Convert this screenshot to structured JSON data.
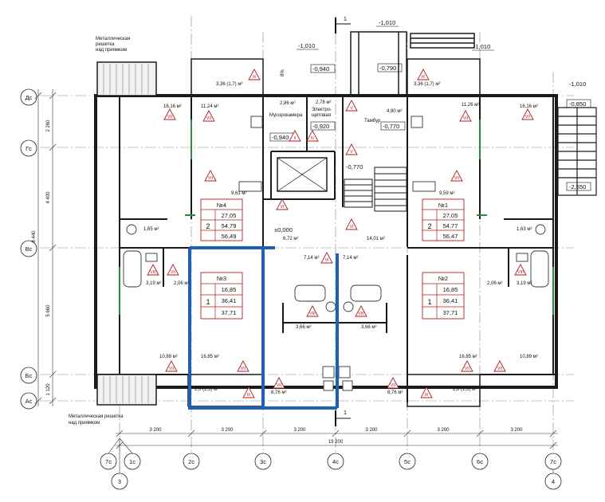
{
  "axes": {
    "rows": [
      "Дс",
      "Гс",
      "Вс",
      "Бс",
      "Ас"
    ],
    "columns": [
      "7с",
      "1с",
      "2с",
      "3с",
      "4с",
      "5с",
      "6с",
      "7с"
    ],
    "section_marks": [
      "3",
      "4"
    ]
  },
  "dimensions": {
    "vertical": [
      "2 260",
      "4 400",
      "8 440",
      "5 660",
      "1 120"
    ],
    "horizontal": [
      "3 200",
      "3 200",
      "3 200",
      "3 200",
      "3 200",
      "3 200"
    ],
    "total": "19 200"
  },
  "levels": {
    "top_cut": "-1,010",
    "top_left": "-1,010",
    "top_right": "-1,010",
    "stair_940": "-0,940",
    "stair_790": "-0,790",
    "stair_770": "-0,770",
    "right_1010": "-1,010",
    "right_850": "-0,850",
    "right_2550": "-2,550",
    "garbage": "-0,940",
    "electric": "-0,920",
    "vestibule": "-0,770",
    "floor_zero": "±0,000"
  },
  "notes": {
    "grate_top": [
      "Металлическая",
      "решетка",
      "над приямком"
    ],
    "grate_bottom": [
      "Металлическая решетка",
      "над приямком"
    ],
    "garbage": "Мусорокамера",
    "electric": [
      "Электро-",
      "щитовая"
    ],
    "vestibule": "Тамбур",
    "slope": "8%"
  },
  "section_cut": "1",
  "areas": {
    "tl_balcony": "3,36 (1,7) м²",
    "tr_balcony": "3,36 (1,7) м²",
    "tl_room": "16,16 м²",
    "tl_kitchen": "11,24 м²",
    "tr_kitchen": "11,26 м²",
    "tr_room": "16,16 м²",
    "garbage": "2,86 м²",
    "electric": "2,78 м²",
    "vestibule": "4,90 м²",
    "hall4": "9,61 м²",
    "hall1": "9,59 м²",
    "wc4": "1,65 м²",
    "wc1": "1,63 м²",
    "corridor": "6,72 м²",
    "corridor2": "14,01 м²",
    "hall3": "7,14 м²",
    "hall2": "7,14 м²",
    "bath3": "3,19 м²",
    "bath2": "3,19 м²",
    "hall3b": "2,06 м²",
    "hall2b": "2,06 м²",
    "bath_a": "3,66 м²",
    "bath_b": "3,66 м²",
    "room3a": "10,89 м²",
    "room3b": "16,85 м²",
    "room2b": "16,85 м²",
    "room2a": "10,89 м²",
    "loggia3": "2,6 (1,3) м²",
    "loggia2": "2,6 (1,3) м²",
    "room_c3": "8,76 м²",
    "room_c2": "8,76 м²"
  },
  "apartments": [
    {
      "no": "№4",
      "rooms": "2",
      "living": "27,05",
      "total": "54,79",
      "full": "56,49"
    },
    {
      "no": "№1",
      "rooms": "2",
      "living": "27,05",
      "total": "54,77",
      "full": "56,47"
    },
    {
      "no": "№3",
      "rooms": "1",
      "living": "16,85",
      "total": "36,41",
      "full": "37,71"
    },
    {
      "no": "№2",
      "rooms": "1",
      "living": "16,85",
      "total": "36,41",
      "full": "37,71"
    }
  ],
  "fire_classes": [
    "VII",
    "VII",
    "VII",
    "VII",
    "VI",
    "VI",
    "VI",
    "V",
    "V",
    "IX",
    "IX",
    "IX",
    "IX",
    "II",
    "IV",
    "VIII",
    "VIII",
    "VIII",
    "VIII",
    "VII",
    "VII",
    "VII",
    "VII",
    "VII",
    "VII",
    "VII",
    "VII",
    "VII"
  ],
  "colors": {
    "highlight": "#1f5fb8",
    "marker": "#b01e1e",
    "wall": "#1a1a1a"
  }
}
